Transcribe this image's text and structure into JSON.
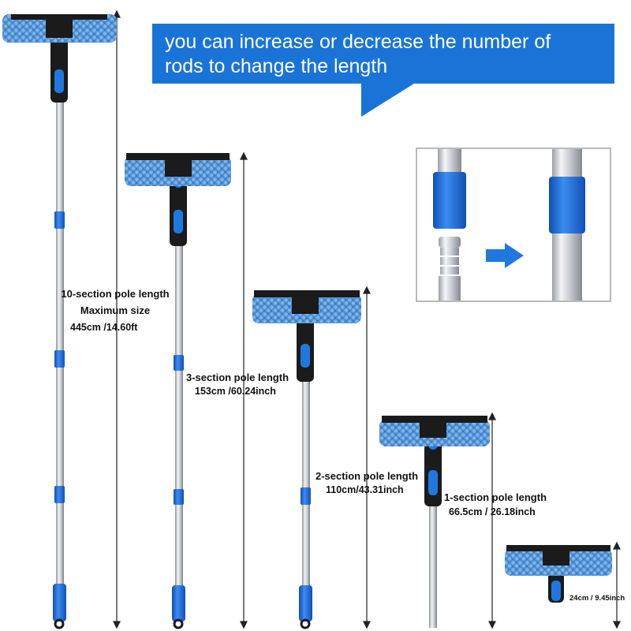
{
  "callout": {
    "line1": "you can increase or decrease the number of",
    "line2": "rods to change the length"
  },
  "poles": [
    {
      "title": "10-section pole length",
      "subtitle": "Maximum size",
      "size": "445cm /14.60ft"
    },
    {
      "title": "3-section pole length",
      "size": "153cm /60.24inch"
    },
    {
      "title": "2-section pole length",
      "size": "110cm/43.31inch"
    },
    {
      "title": "1-section pole length",
      "size": "66.5cm / 26.18inch"
    },
    {
      "size": "24cm / 9.45inch"
    }
  ],
  "colors": {
    "accent_blue": "#1a74d8",
    "pole_blue": "#1e66d0",
    "mop_blue": "#5b9bd5",
    "handle_black": "#1b1b1b"
  },
  "icons": [
    "squeegee-mop-head",
    "telescopic-pole",
    "blue-arrow-right"
  ]
}
